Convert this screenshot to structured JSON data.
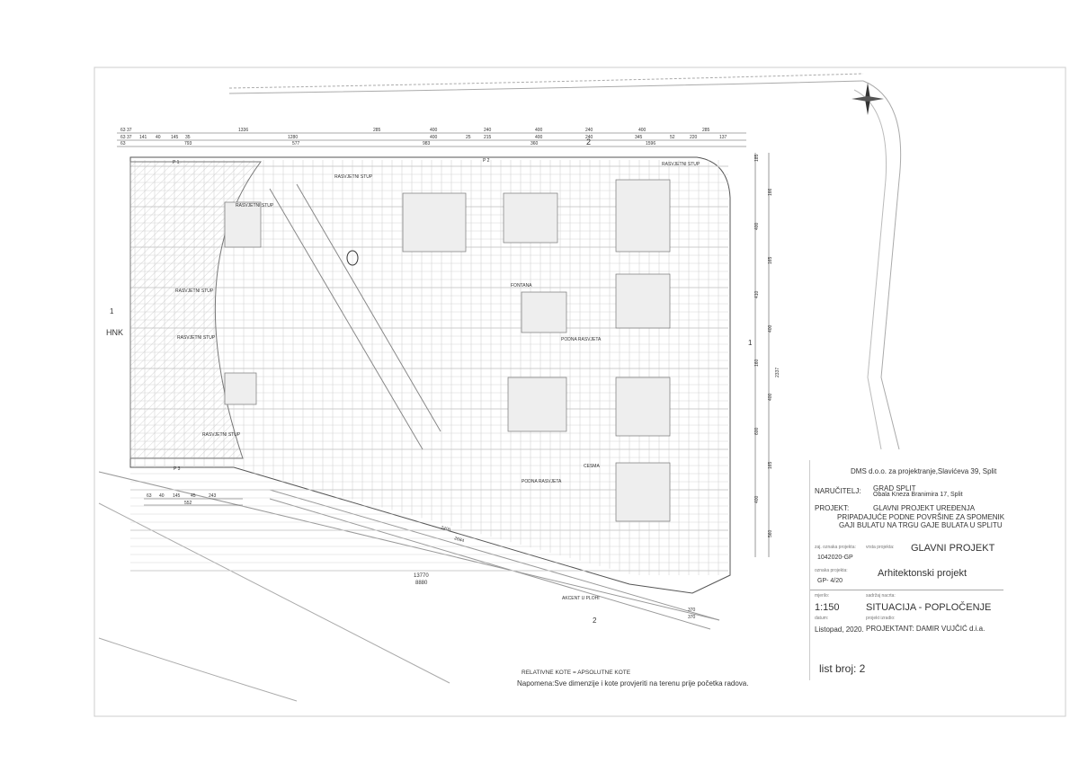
{
  "drawing": {
    "section_marks": [
      "1",
      "1",
      "2",
      "2"
    ],
    "hnk_label": "HNK",
    "labels": {
      "rasvjetni_stup": "RASVJETNI STUP",
      "fontana": "FONTANA",
      "podna_rasvjeta": "PODNA RASVJETA",
      "cesma": "CESMA",
      "akcent": "AKCENT U PLOHI",
      "p1": "P 1",
      "p2": "P 2",
      "p3": "P 3",
      "area_main": "13770",
      "area_sub": "8880",
      "dim_2400": "2400",
      "dim_2684": "2684",
      "dim_552": "552",
      "dim_243": "243",
      "dim_370a": "370",
      "dim_370b": "370",
      "dim_2337": "2337"
    },
    "top_dims_row1": [
      "63 37",
      "1336",
      "285",
      "400",
      "240",
      "400",
      "240",
      "400",
      "285"
    ],
    "top_dims_row2": [
      "63 37",
      "141",
      "40",
      "145",
      "35",
      "1280",
      "400",
      "25",
      "215",
      "400",
      "240",
      "345",
      "52",
      "220",
      "137"
    ],
    "top_dims_row3": [
      "63",
      "793",
      "577",
      "983",
      "360",
      "1596"
    ],
    "left_dims": [
      "63",
      "40",
      "145",
      "45",
      "243"
    ],
    "right_dims": [
      "185",
      "166",
      "400",
      "165",
      "410",
      "400",
      "160",
      "400",
      "600",
      "165",
      "400",
      "560"
    ]
  },
  "title_block": {
    "company": "DMS d.o.o. za projektranje,Slavićeva 39, Split",
    "client_label": "NARUČITELJ:",
    "client_name": "GRAD SPLIT",
    "client_address": "Obala Kneza Branimira 17, Split",
    "project_label": "PROJEKT:",
    "project_line1": "GLAVNI PROJEKT UREĐENJA",
    "project_line2": "PRIPADAJUĆE PODNE POVRŠINE ZA SPOMENIK",
    "project_line3": "GAJI BULATU NA TRGU GAJE BULATA U SPLITU",
    "project_code_label": "zaj. oznaka projekta:",
    "project_code": "1042020-GP",
    "project_type_label": "vrsta projekta:",
    "project_type": "GLAVNI PROJEKT",
    "project_mark_label": "oznaka projekta:",
    "project_mark": "GP- 4/20",
    "project_kind": "Arhitektonski projekt",
    "scale_label": "mjerilo:",
    "scale": "1:150",
    "content_label": "sadržaj nacrta:",
    "content": "SITUACIJA - POPLOČENJE",
    "date_label": "datum:",
    "date": "Listopad, 2020.",
    "author_label": "projekt izradio:",
    "author": "PROJEKTANT: DAMIR VUJČIĆ d.i.a.",
    "sheet_number": "list broj: 2"
  },
  "notes": {
    "relative": "RELATIVNE KOTE = APSOLUTNE KOTE",
    "remark": "Napomena:Sve dimenzije i kote provjeriti na terenu prije početka radova."
  }
}
